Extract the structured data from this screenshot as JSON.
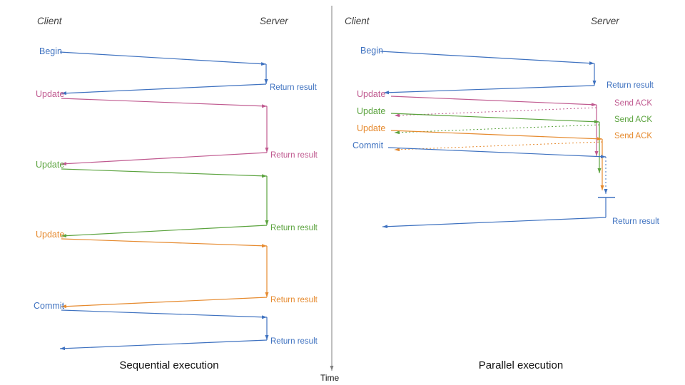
{
  "colors": {
    "blue": "#3f72c0",
    "pink": "#c05a90",
    "green": "#5ba33e",
    "orange": "#e68a2e",
    "axis": "#7f7f7f",
    "text": "#111111"
  },
  "time_axis": {
    "label": "Time"
  },
  "left": {
    "title": "Sequential execution",
    "client": "Client",
    "server": "Server",
    "steps": [
      {
        "label": "Begin",
        "result": "Return result"
      },
      {
        "label": "Update",
        "result": "Return result"
      },
      {
        "label": "Update",
        "result": "Return result"
      },
      {
        "label": "Update",
        "result": "Return result"
      },
      {
        "label": "Commit",
        "result": "Return result"
      }
    ]
  },
  "right": {
    "title": "Parallel execution",
    "client": "Client",
    "server": "Server",
    "steps": [
      {
        "label": "Begin",
        "result": "Return result"
      },
      {
        "label": "Update",
        "result": "Send ACK"
      },
      {
        "label": "Update",
        "result": "Send ACK"
      },
      {
        "label": "Update",
        "result": "Send ACK"
      },
      {
        "label": "Commit",
        "result": "Return result"
      }
    ]
  }
}
